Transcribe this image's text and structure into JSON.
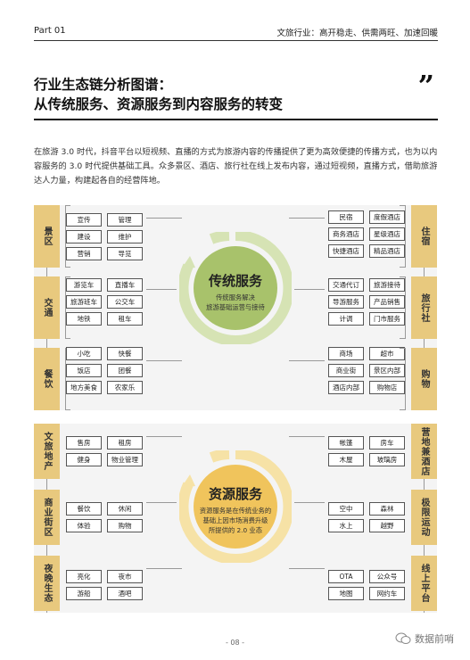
{
  "header": {
    "part": "Part 01",
    "title": "文旅行业：高开稳走、供需两旺、加速回暖"
  },
  "title": {
    "line1": "行业生态链分析图谱：",
    "line2": "从传统服务、资源服务到内容服务的转变",
    "quote_mark": "”"
  },
  "intro": "在旅游 3.0 时代，抖音平台以短视频、直播的方式为旅游内容的传播提供了更为高效便捷的传播方式，也为以内容服务的 3.0 时代提供基础工具。众多景区、酒店、旅行社在线上发布内容，通过短视频，直播方式，借助旅游达人力量，构建起各自的经营阵地。",
  "traditional": {
    "center": {
      "title": "传统服务",
      "sub1": "传统服务解决",
      "sub2": "旅游基础运营与接待"
    },
    "left": [
      {
        "label": "景区",
        "tags": [
          "宣传",
          "管理",
          "建设",
          "维护",
          "营销",
          "导览"
        ]
      },
      {
        "label": "交通",
        "tags": [
          "游览车",
          "直播车",
          "旅游班车",
          "公交车",
          "地铁",
          "租车"
        ]
      },
      {
        "label": "餐饮",
        "tags": [
          "小吃",
          "快餐",
          "饭店",
          "团餐",
          "地方美食",
          "农家乐"
        ]
      }
    ],
    "right": [
      {
        "label": "住宿",
        "tags": [
          "民宿",
          "度假酒店",
          "商务酒店",
          "星级酒店",
          "快捷酒店",
          "精品酒店"
        ]
      },
      {
        "label": "旅行社",
        "tags": [
          "交通代订",
          "旅游接待",
          "导游服务",
          "产品销售",
          "计调",
          "门市服务"
        ]
      },
      {
        "label": "购物",
        "tags": [
          "商场",
          "超市",
          "商业街",
          "景区内部",
          "酒店内部",
          "购物店"
        ]
      }
    ]
  },
  "resource": {
    "center": {
      "title": "资源服务",
      "sub1": "资源服务是在传统业务的",
      "sub2": "基础上因市场消费升级",
      "sub3": "所提供的 2.0 业态"
    },
    "left": [
      {
        "label": "文旅地产",
        "tags": [
          "售房",
          "租房",
          "健身",
          "物业管理"
        ]
      },
      {
        "label": "商业街区",
        "tags": [
          "餐饮",
          "休闲",
          "体验",
          "购物"
        ]
      },
      {
        "label": "夜晚生态",
        "tags": [
          "亮化",
          "夜市",
          "游船",
          "酒吧"
        ]
      }
    ],
    "right": [
      {
        "label": "营地兼酒店",
        "tags": [
          "帐篷",
          "房车",
          "木屋",
          "玻璃房"
        ]
      },
      {
        "label": "极限运动",
        "tags": [
          "空中",
          "森林",
          "水上",
          "越野"
        ]
      },
      {
        "label": "线上平台",
        "tags": [
          "OTA",
          "公众号",
          "地图",
          "网约车"
        ]
      }
    ]
  },
  "colors": {
    "accent_yellow": "#e8c97e",
    "center_green": "#a8c26b",
    "ring_green": "#d6e3b4",
    "center_yellow": "#f0c45c",
    "ring_yellow": "#f6e2a6"
  },
  "footer": {
    "page": "- 08 -",
    "watermark": "数据前哨"
  }
}
